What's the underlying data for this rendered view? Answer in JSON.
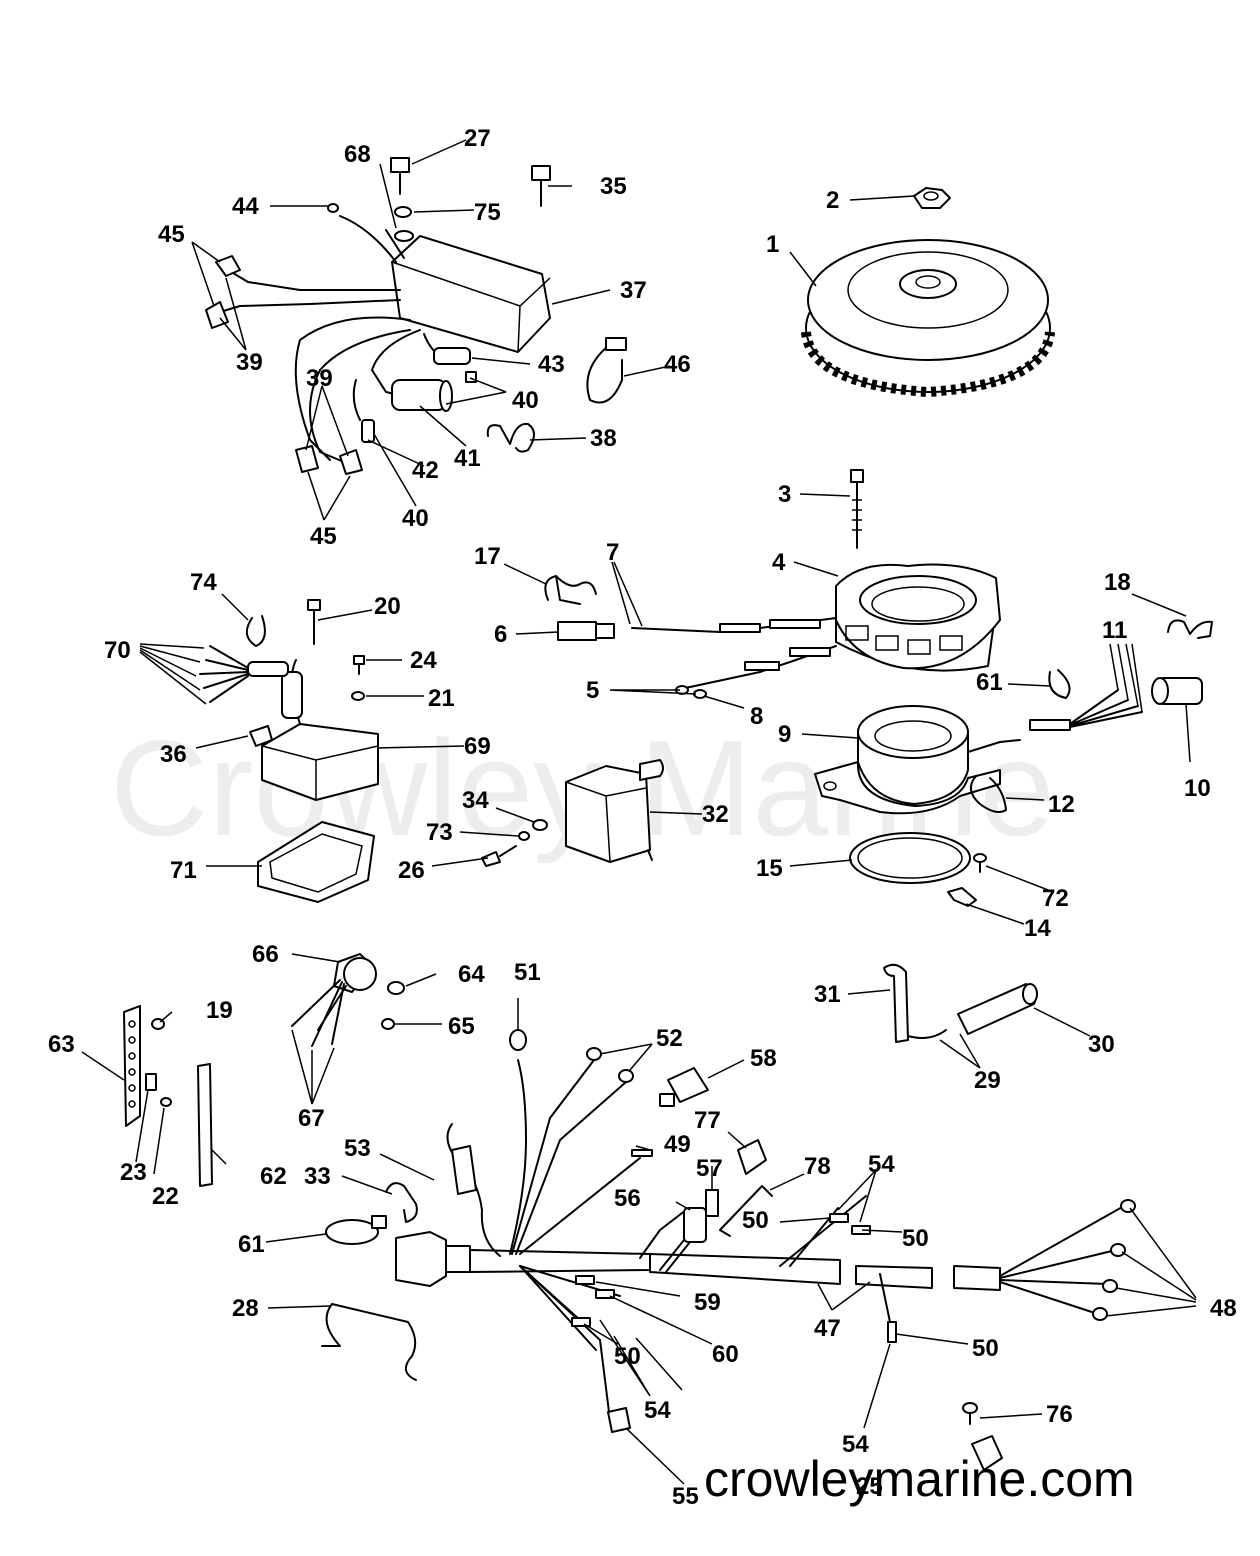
{
  "watermark": "Crowley Marine",
  "footer": "crowleymarine.com",
  "callouts": {
    "c1": "1",
    "c2": "2",
    "c3": "3",
    "c4": "4",
    "c5": "5",
    "c6": "6",
    "c7": "7",
    "c8": "8",
    "c9": "9",
    "c10": "10",
    "c11": "11",
    "c12": "12",
    "c14": "14",
    "c15": "15",
    "c17": "17",
    "c18": "18",
    "c19": "19",
    "c20": "20",
    "c21": "21",
    "c22": "22",
    "c23": "23",
    "c24": "24",
    "c25": "25",
    "c26": "26",
    "c27": "27",
    "c28": "28",
    "c29": "29",
    "c30": "30",
    "c31": "31",
    "c32": "32",
    "c33": "33",
    "c34": "34",
    "c35": "35",
    "c36": "36",
    "c37": "37",
    "c38": "38",
    "c39": "39",
    "c40": "40",
    "c41": "41",
    "c42": "42",
    "c43": "43",
    "c44": "44",
    "c45": "45",
    "c46": "46",
    "c47": "47",
    "c48": "48",
    "c49": "49",
    "c50": "50",
    "c51": "51",
    "c52": "52",
    "c53": "53",
    "c54": "54",
    "c55": "55",
    "c56": "56",
    "c57": "57",
    "c58": "58",
    "c59": "59",
    "c60": "60",
    "c61": "61",
    "c62": "62",
    "c63": "63",
    "c64": "64",
    "c65": "65",
    "c66": "66",
    "c67": "67",
    "c68": "68",
    "c69": "69",
    "c70": "70",
    "c71": "71",
    "c72": "72",
    "c73": "73",
    "c74": "74",
    "c75": "75",
    "c76": "76",
    "c77": "77",
    "c78": "78"
  }
}
